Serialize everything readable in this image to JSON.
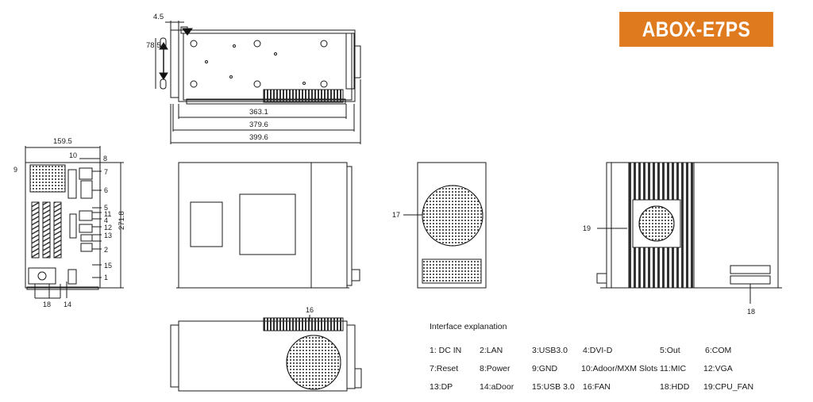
{
  "model_badge": "ABOX-E7PS",
  "dimensions": {
    "top_offset": "4.5",
    "top_height": "78.5",
    "top_width_inner": "363.1",
    "top_width_mid": "379.6",
    "top_width_outer": "399.6",
    "front_width": "159.5",
    "front_height": "271.8"
  },
  "callouts": {
    "c1": "1",
    "c2": "2",
    "c4": "4",
    "c5": "5",
    "c6": "6",
    "c7": "7",
    "c8": "8",
    "c9": "9",
    "c10": "10",
    "c11": "11",
    "c12": "12",
    "c13": "13",
    "c14": "14",
    "c15": "15",
    "c16": "16",
    "c17": "17",
    "c18a": "18",
    "c18b": "18",
    "c19": "19"
  },
  "legend": {
    "title": "Interface explanation",
    "items": [
      "1:  DC IN",
      "2:LAN",
      "3:USB3.0",
      "4:DVI-D",
      "5:Out",
      "6:COM",
      "7:Reset",
      "8:Power",
      "9:GND",
      "10:Adoor/MXM Slots",
      "11:MIC",
      "12:VGA",
      "13:DP",
      "14:aDoor",
      "15:USB 3.0",
      "16:FAN",
      "18:HDD",
      "19:CPU_FAN"
    ]
  }
}
